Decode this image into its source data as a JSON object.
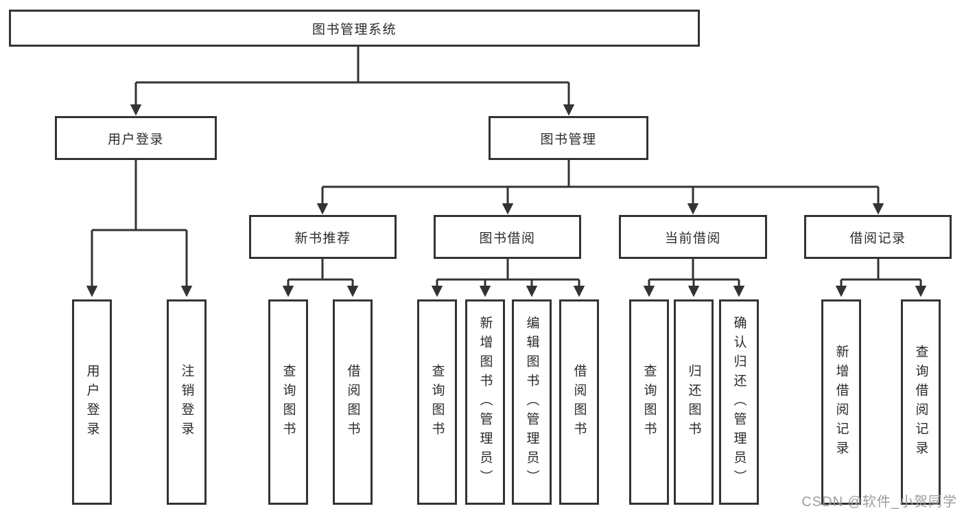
{
  "tree": {
    "label": "图书管理系统",
    "children": [
      {
        "label": "用户登录",
        "children": [
          {
            "label": "用户登录"
          },
          {
            "label": "注销登录"
          }
        ]
      },
      {
        "label": "图书管理",
        "children": [
          {
            "label": "新书推荐",
            "children": [
              {
                "label": "查询图书"
              },
              {
                "label": "借阅图书"
              }
            ]
          },
          {
            "label": "图书借阅",
            "children": [
              {
                "label": "查询图书"
              },
              {
                "label": "新增图书（管理员）"
              },
              {
                "label": "编辑图书（管理员）"
              },
              {
                "label": "借阅图书"
              }
            ]
          },
          {
            "label": "当前借阅",
            "children": [
              {
                "label": "查询图书"
              },
              {
                "label": "归还图书"
              },
              {
                "label": "确认归还（管理员）"
              }
            ]
          },
          {
            "label": "借阅记录",
            "children": [
              {
                "label": "新增借阅记录"
              },
              {
                "label": "查询借阅记录"
              }
            ]
          }
        ]
      }
    ]
  },
  "watermark": "CSDN @软件_小贺同学",
  "colors": {
    "line": "#333333",
    "box_border": "#333333",
    "text": "#2b2b2b",
    "watermark": "#9d9d9d",
    "background": "#ffffff"
  }
}
